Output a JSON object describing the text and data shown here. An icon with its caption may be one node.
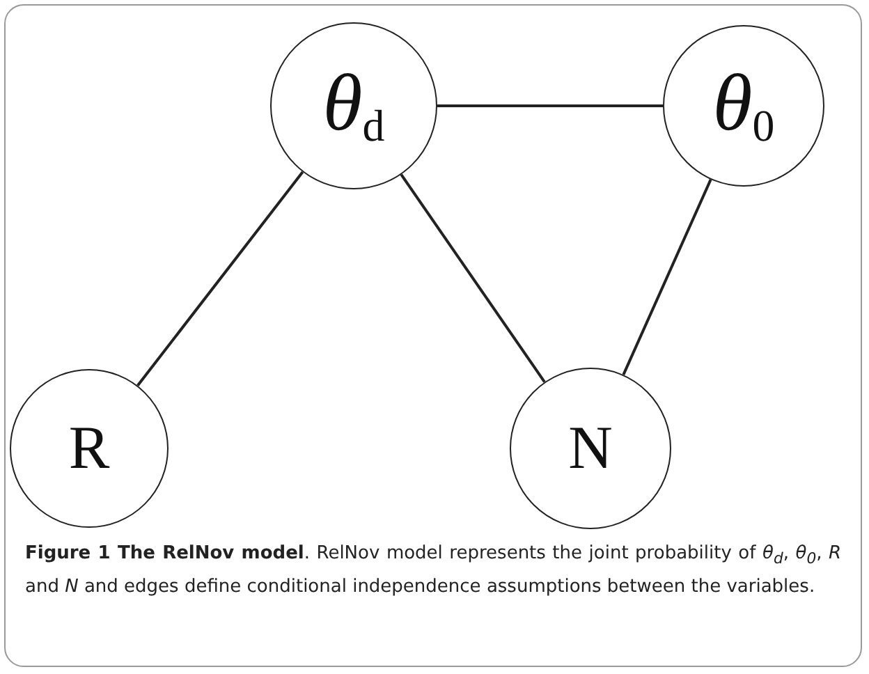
{
  "diagram": {
    "caption": "**Figure 1 The RelNov model**. RelNov model represents the joint probability of *θ$_{d}$*, *θ$_{0}$*, *R* and *N* and edges define conditional independence assumptions between the variables.",
    "nodes": [
      {
        "text": [
          "θ$_{d}$"
        ]
      },
      {
        "text": [
          "θ$_{0}$"
        ]
      },
      {
        "text": [
          "R"
        ]
      },
      {
        "text": [
          "N"
        ]
      }
    ],
    "edges": [
      {
        "from": 0,
        "to": 1,
        "arrow": "none"
      },
      {
        "from": 0,
        "to": 2,
        "arrow": "none"
      },
      {
        "from": 0,
        "to": 3,
        "arrow": "none"
      },
      {
        "from": 1,
        "to": 3,
        "arrow": "none"
      }
    ]
  }
}
